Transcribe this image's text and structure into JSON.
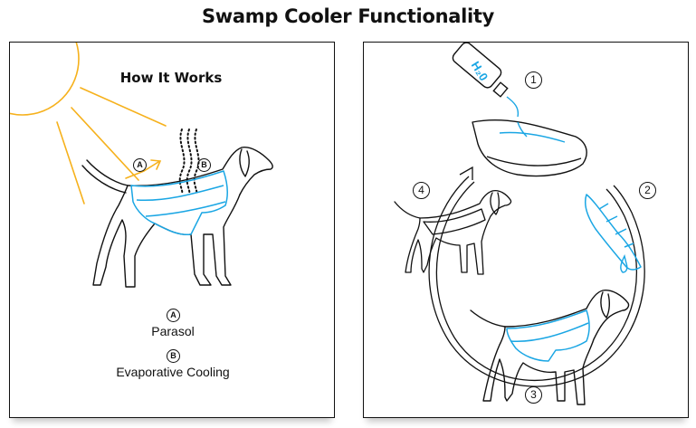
{
  "title": "Swamp Cooler Functionality",
  "how_it_works": {
    "heading": "How It Works",
    "marker_a": "A",
    "marker_b": "B",
    "legend": [
      {
        "marker": "A",
        "label": "Parasol"
      },
      {
        "marker": "B",
        "label": "Evaporative Cooling"
      }
    ]
  },
  "cycle": {
    "steps": [
      "1",
      "2",
      "3",
      "4"
    ],
    "bottle_text": "H₂0"
  },
  "colors": {
    "accent_blue": "#1aa6e4",
    "sun_orange": "#f6b11c",
    "outline": "#111111"
  }
}
